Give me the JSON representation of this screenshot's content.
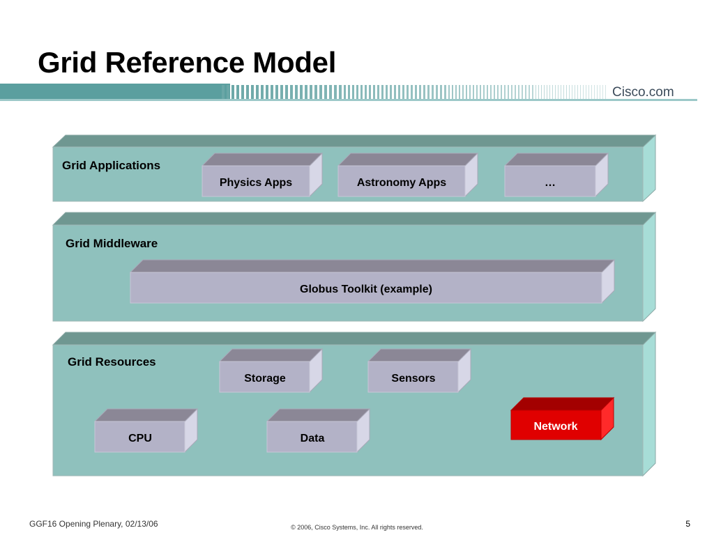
{
  "slide": {
    "title": "Grid Reference Model",
    "brand": "Cisco.com",
    "footer_left": "GGF16 Opening Plenary, 02/13/06",
    "footer_center": "© 2006, Cisco Systems, Inc. All rights reserved.",
    "page_number": "5"
  },
  "layers": {
    "applications": {
      "label": "Grid Applications",
      "physics": "Physics Apps",
      "astronomy": "Astronomy Apps",
      "more": "…"
    },
    "middleware": {
      "label": "Grid Middleware",
      "globus": "Globus Toolkit (example)"
    },
    "resources": {
      "label": "Grid Resources",
      "storage": "Storage",
      "sensors": "Sensors",
      "cpu": "CPU",
      "data": "Data",
      "network": "Network"
    }
  },
  "colors": {
    "layer_front": "#8fc1bd",
    "layer_top": "#6f9791",
    "layer_side": "#a7ddd7",
    "box_front": "#b3b2c7",
    "box_top": "#8b8796",
    "box_side": "#d7d7e7",
    "network_front": "#e00000",
    "network_top": "#a30000",
    "network_side": "#ff2a2a",
    "header_bar": "#5a9e9e"
  }
}
